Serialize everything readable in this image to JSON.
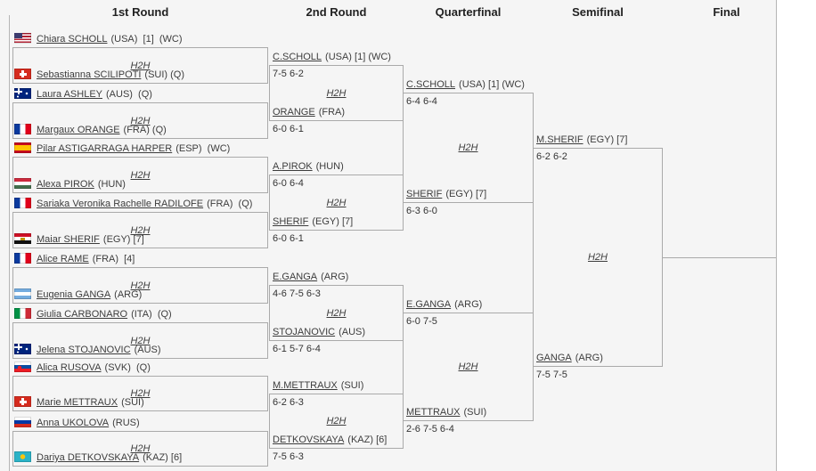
{
  "column_headers": [
    "1st Round",
    "2nd Round",
    "Quarterfinal",
    "Semifinal",
    "Final"
  ],
  "h2h_label": "H2H",
  "colors": {
    "page_background": "#ffffff",
    "bracket_background": "#f5f5f5",
    "line": "#aaaaaa",
    "text": "#3d3d3d",
    "header_text": "#222222"
  },
  "rounds": {
    "r1": [
      {
        "p1": {
          "flag": "usa",
          "name": "Chiara SCHOLL",
          "info": "(USA)  [1]  (WC)"
        },
        "p2": {
          "flag": "sui",
          "name": "Sebastianna SCILIPOTI",
          "info": "(SUI) (Q)"
        }
      },
      {
        "p1": {
          "flag": "aus",
          "name": "Laura ASHLEY",
          "info": "(AUS)  (Q)"
        },
        "p2": {
          "flag": "fra",
          "name": "Margaux ORANGE",
          "info": "(FRA) (Q)"
        }
      },
      {
        "p1": {
          "flag": "esp",
          "name": "Pilar ASTIGARRAGA HARPER",
          "info": "(ESP)  (WC)"
        },
        "p2": {
          "flag": "hun",
          "name": "Alexa PIROK",
          "info": "(HUN)"
        }
      },
      {
        "p1": {
          "flag": "fra",
          "name": "Sariaka Veronika Rachelle RADILOFE",
          "info": "(FRA)  (Q)"
        },
        "p2": {
          "flag": "egy",
          "name": "Maiar SHERIF",
          "info": "(EGY) [7]"
        }
      },
      {
        "p1": {
          "flag": "fra",
          "name": "Alice RAME",
          "info": "(FRA)  [4]"
        },
        "p2": {
          "flag": "arg",
          "name": "Eugenia GANGA",
          "info": "(ARG)"
        }
      },
      {
        "p1": {
          "flag": "ita",
          "name": "Giulia CARBONARO",
          "info": "(ITA)  (Q)"
        },
        "p2": {
          "flag": "aus",
          "name": "Jelena STOJANOVIC",
          "info": "(AUS)"
        }
      },
      {
        "p1": {
          "flag": "svk",
          "name": "Alica RUSOVA",
          "info": "(SVK)  (Q)"
        },
        "p2": {
          "flag": "sui",
          "name": "Marie METTRAUX",
          "info": "(SUI)"
        }
      },
      {
        "p1": {
          "flag": "rus",
          "name": "Anna UKOLOVA",
          "info": "(RUS)"
        },
        "p2": {
          "flag": "kaz",
          "name": "Dariya DETKOVSKAYA",
          "info": "(KAZ) [6]"
        }
      }
    ],
    "r2": [
      {
        "p1": {
          "name": "C.SCHOLL",
          "info": "(USA) [1] (WC)",
          "score": "7-5 6-2"
        },
        "p2": {
          "name": "ORANGE",
          "info": "(FRA)",
          "score": "6-0 6-1"
        }
      },
      {
        "p1": {
          "name": "A.PIROK",
          "info": "(HUN)",
          "score": "6-0 6-4"
        },
        "p2": {
          "name": "SHERIF",
          "info": "(EGY) [7]",
          "score": "6-0 6-1"
        }
      },
      {
        "p1": {
          "name": "E.GANGA",
          "info": "(ARG)",
          "score": "4-6 7-5 6-3"
        },
        "p2": {
          "name": "STOJANOVIC",
          "info": "(AUS)",
          "score": "6-1 5-7 6-4"
        }
      },
      {
        "p1": {
          "name": "M.METTRAUX",
          "info": "(SUI)",
          "score": "6-2 6-3"
        },
        "p2": {
          "name": "DETKOVSKAYA",
          "info": "(KAZ) [6]",
          "score": "7-5 6-3"
        }
      }
    ],
    "qf": [
      {
        "p1": {
          "name": "C.SCHOLL",
          "info": "(USA) [1] (WC)",
          "score": "6-4 6-4"
        },
        "p2": {
          "name": "SHERIF",
          "info": "(EGY) [7]",
          "score": "6-3 6-0"
        }
      },
      {
        "p1": {
          "name": "E.GANGA",
          "info": "(ARG)",
          "score": "6-0 7-5"
        },
        "p2": {
          "name": "METTRAUX",
          "info": "(SUI)",
          "score": "2-6 7-5 6-4"
        }
      }
    ],
    "sf": [
      {
        "p1": {
          "name": "M.SHERIF",
          "info": "(EGY) [7]",
          "score": "6-2 6-2"
        },
        "p2": {
          "name": "GANGA",
          "info": "(ARG)",
          "score": "7-5 7-5"
        }
      }
    ]
  }
}
